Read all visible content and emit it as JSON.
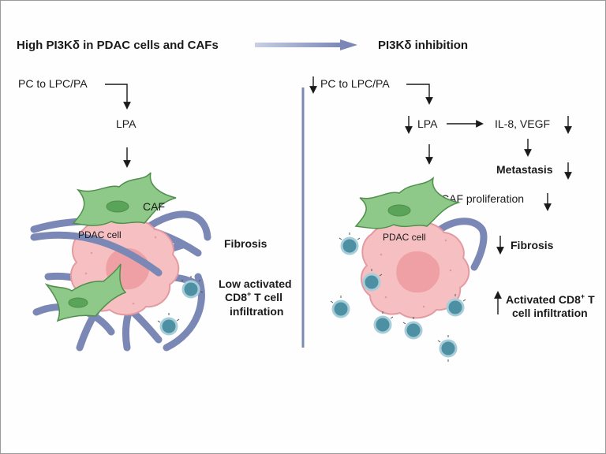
{
  "title_left": "High PI3Kδ in PDAC cells and CAFs",
  "title_right": "PI3Kδ inhibition",
  "left": {
    "pc_lpc": "PC to LPC/PA",
    "lpa": "LPA",
    "caf": "CAF",
    "pdac_cell": "PDAC cell",
    "fibrosis": "Fibrosis",
    "tcell_line1": "Low activated",
    "tcell_line2_pre": "CD8",
    "tcell_line2_sup": "+",
    "tcell_line2_post": " T cell",
    "tcell_line3": "infiltration"
  },
  "right": {
    "pc_lpc": "PC to LPC/PA",
    "lpa": "LPA",
    "il8_vegf": "IL-8, VEGF",
    "metastasis": "Metastasis",
    "caf_prolif": "CAF proliferation",
    "pdac_cell": "PDAC cell",
    "fibrosis": "Fibrosis",
    "tcell_line1": "Activated CD8",
    "tcell_line1_sup": "+",
    "tcell_line1_post": " T",
    "tcell_line2": "cell infiltration"
  },
  "colors": {
    "fiber": "#7b88b5",
    "caf_fill": "#8fc98a",
    "caf_stroke": "#4f8f4b",
    "caf_nucleus": "#5aa45a",
    "pdac_fill": "#f6c0c3",
    "pdac_stroke": "#e39aa0",
    "pdac_nucleus": "#eea0a5",
    "tcell_fill": "#4d8fa3",
    "tcell_ring": "#a7cdd8",
    "transition_arrow": "#7b88b5"
  }
}
